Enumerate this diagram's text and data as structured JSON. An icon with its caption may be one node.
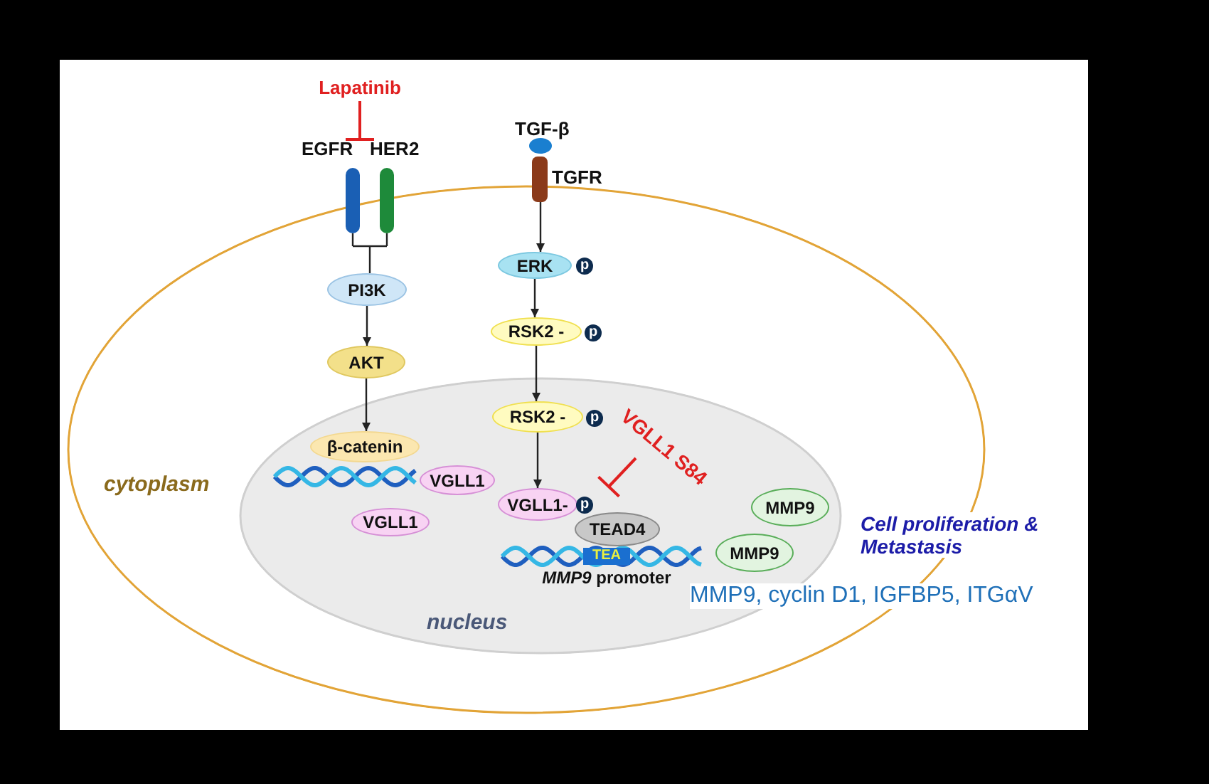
{
  "diagram": {
    "nodes": [
      {
        "text": [
          "cytoplasm"
        ]
      },
      {
        "text": [
          "nucleus"
        ],
        "in": 0
      },
      {
        "text": [
          "Lapatinib"
        ]
      },
      {
        "text": [
          "EGFR"
        ]
      },
      {
        "text": [
          "HER2"
        ]
      },
      {
        "text": [
          "TGF-β"
        ]
      },
      {
        "text": [
          "TGFR"
        ]
      },
      {
        "text": [
          "PI3K"
        ],
        "in": 0
      },
      {
        "text": [
          "AKT"
        ],
        "in": 0
      },
      {
        "text": [
          "ERK"
        ],
        "in": 0,
        "beside": [
          "p"
        ]
      },
      {
        "text": [
          "RSK2 -"
        ],
        "in": 0,
        "beside": [
          "p"
        ]
      },
      {
        "text": [
          "RSK2 -"
        ],
        "in": 1,
        "beside": [
          "p"
        ]
      },
      {
        "text": [
          "β-catenin"
        ],
        "in": 1
      },
      {
        "text": [
          "VGLL1"
        ],
        "in": 1
      },
      {
        "text": [
          "VGLL1"
        ],
        "in": 1
      },
      {
        "text": [
          "VGLL1-"
        ],
        "in": 1,
        "beside": [
          "p"
        ]
      },
      {
        "text": [
          "TEAD4"
        ],
        "in": 1
      },
      {
        "text": [
          "TEA"
        ],
        "in": 1,
        "beside": [
          "*MMP9* promoter"
        ]
      },
      {
        "text": [
          "MMP9"
        ],
        "in": 1
      },
      {
        "text": [
          "MMP9"
        ],
        "in": 1
      },
      {
        "text": [
          "VGLL1 S84"
        ],
        "in": 1
      }
    ],
    "edges": [
      {
        "from": 3,
        "to": 7,
        "arrow": "none"
      },
      {
        "from": 4,
        "to": 7,
        "arrow": "none"
      },
      {
        "from": 7,
        "to": 8,
        "arrow": "to"
      },
      {
        "from": 8,
        "to": 12,
        "arrow": "to"
      },
      {
        "from": 6,
        "to": 9,
        "arrow": "to"
      },
      {
        "from": 9,
        "to": 10,
        "arrow": "to"
      },
      {
        "from": 10,
        "to": 11,
        "arrow": "to"
      },
      {
        "from": 11,
        "to": 15,
        "arrow": "to"
      },
      {
        "from": 2,
        "to": 3,
        "arrow": "other",
        "color": "#e02020"
      },
      {
        "from": 20,
        "to": null,
        "arrow": "other",
        "color": "#e02020"
      }
    ],
    "labels": [
      "Cell proliferation & Metastasis",
      "MMP9, cyclin D1, IGFBP5, ITGαV"
    ]
  }
}
